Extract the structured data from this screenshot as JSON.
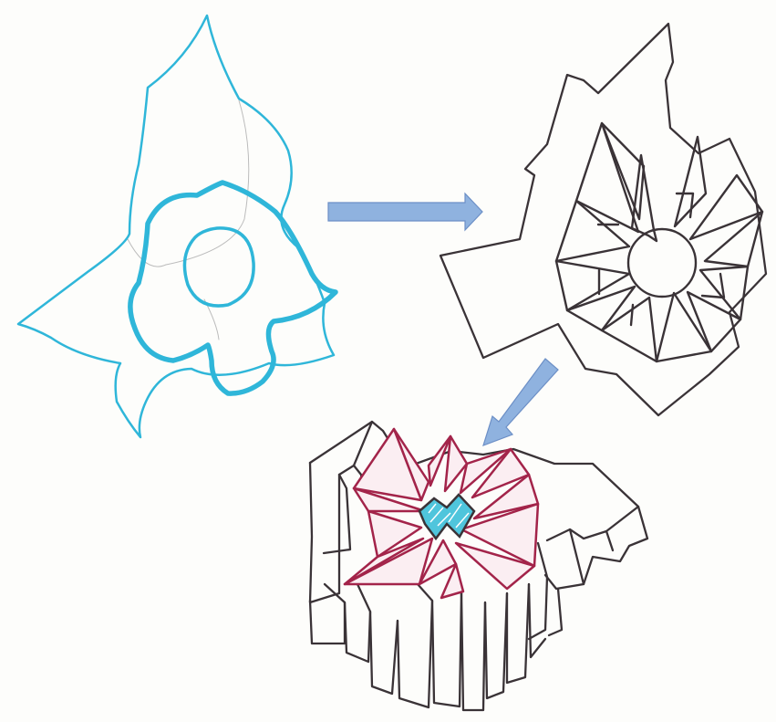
{
  "colors": {
    "paper": "#fdfdfb",
    "flower_outline": "#2fb6d9",
    "pencil": "#bcbcbc",
    "ink": "#3a3337",
    "petal_outline": "#a3244a",
    "petal_fill": "#fbeef2",
    "center_fill": "#4fc5dc",
    "arrow_fill": "#8fb2df",
    "arrow_stroke": "#6c8fc6"
  },
  "icons": {
    "arrow_right": "arrow-right-icon",
    "arrow_down_left": "arrow-down-left-icon"
  },
  "stages": [
    "sketch-flower",
    "abstract-outline",
    "3d-model"
  ]
}
